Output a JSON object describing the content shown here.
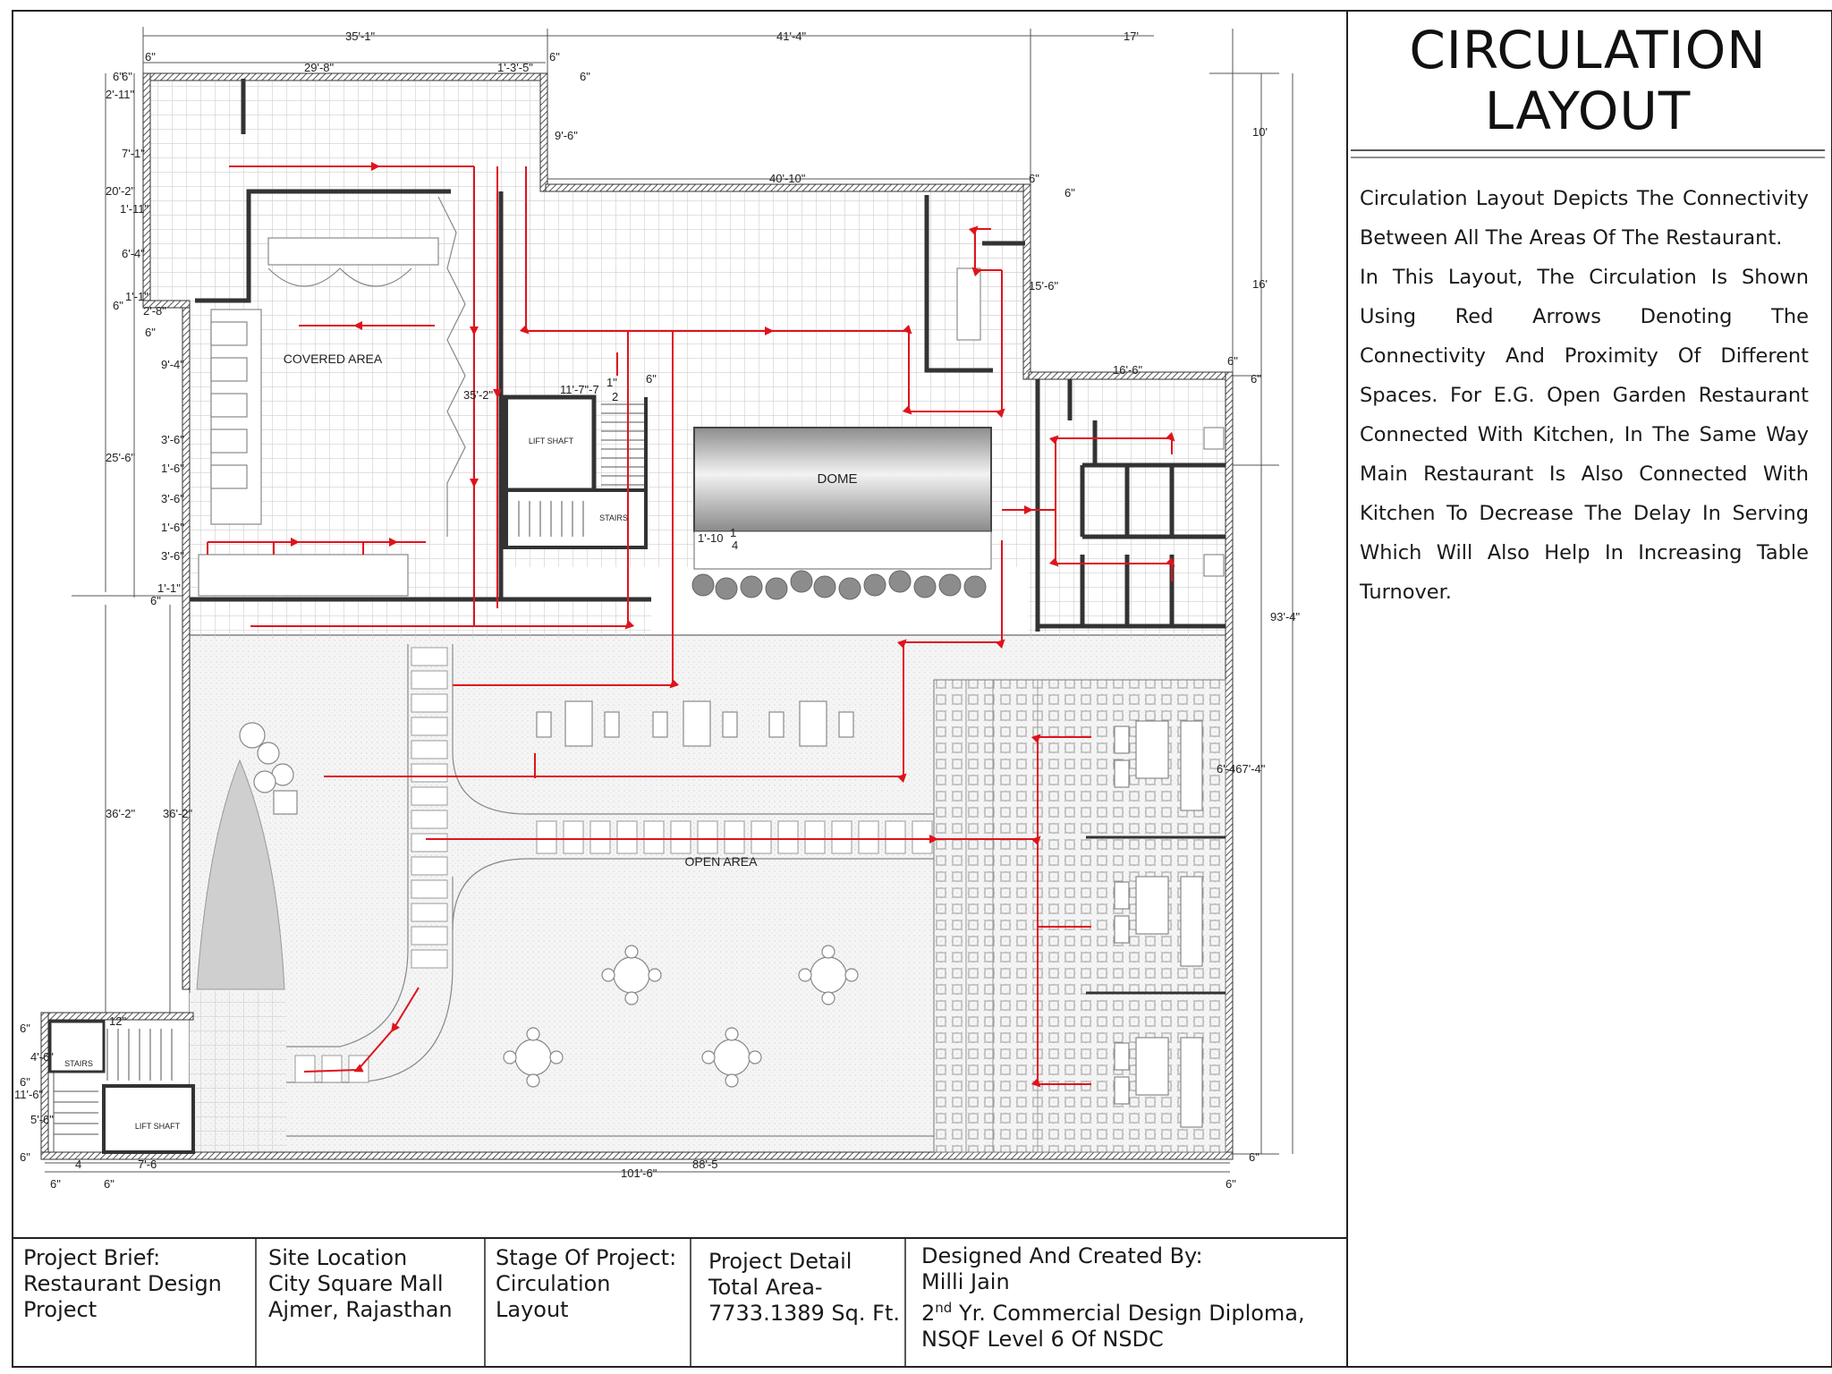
{
  "title": {
    "line1": "CIRCULATION",
    "line2": "LAYOUT"
  },
  "description": {
    "p1": "Circulation Layout Depicts The Connectivity Between All The Areas Of The Restaurant.",
    "p2": "In This Layout, The Circulation Is Shown Using Red Arrows Denoting The Connectivity And Proximity Of Different Spaces. For E.G. Open Garden Restaurant Connected With Kitchen, In The Same Way Main Restaurant Is Also Connected With Kitchen To Decrease The Delay In Serving Which Will Also Help In Increasing Table Turnover."
  },
  "plan": {
    "labels": {
      "covered_area": "COVERED AREA",
      "lift_shaft": "LIFT SHAFT",
      "stairs": "STAIRS",
      "dome": "DOME",
      "open_area": "OPEN AREA",
      "lift_shaft_2": "LIFT SHAFT",
      "stairs_2": "STAIRS"
    },
    "dimensions": {
      "top_1": "35'-1\"",
      "top_2": "41'-4\"",
      "top_3": "17'",
      "d_29_8": "29'-8\"",
      "d_6a": "6\"",
      "d_6b": "6\"",
      "d_1_3_5": "1'-3'-5\"",
      "d_6c": "6\"",
      "d_6d": "6\"",
      "d_9_6": "9'-6\"",
      "d_40_10": "40'-10\"",
      "d_6e": "6\"",
      "d_6f": "6\"",
      "d_10": "10'",
      "d_16": "16'",
      "d_15_6": "15'-6\"",
      "d_16_6": "16'-6\"",
      "d_6g": "6\"",
      "d_6h": "6\"",
      "d_35_2": "35'-2\"",
      "d_11_7": "11'-7\"-7",
      "d_1a": "1\"",
      "d_2": "2",
      "d_6i": "6\"",
      "d_1_10": "1'-10",
      "d_1_4": "1",
      "d_4": "4",
      "d_93_4": "93'-4\"",
      "d_67_4": "6'-467'-4\"",
      "left_6": "6\"",
      "left_2_11": "2'-11\"",
      "left_7_1": "7'-1\"",
      "left_20_2": "20'-2\"",
      "left_1_11": "1'-11\"",
      "left_6_4": "6'-4\"",
      "left_1_1": "1'-1\"",
      "left_6b": "6\"",
      "left_2_8": "2'-8\"",
      "left_6c": "6\"",
      "left_9_4": "9'-4\"",
      "left_25_6": "25'-6\"",
      "left_3_6a": "3'-6\"",
      "left_1_6a": "1'-6\"",
      "left_3_6b": "3'-6\"",
      "left_1_6b": "1'-6\"",
      "left_3_6c": "3'-6\"",
      "left_1_1b": "1'-1\"",
      "left_6d": "6\"",
      "left_36_2a": "36'-2\"",
      "left_36_2b": "36'-2\"",
      "bl_12": "12\"",
      "bl_6a": "6\"",
      "bl_4_6": "4'-6\"",
      "bl_6b": "6\"",
      "bl_11_6": "11'-6\"",
      "bl_5_6": "5'-6\"",
      "bl_6c": "6\"",
      "bl_4": "4",
      "bl_7_6": "7'-6",
      "bot_101_6": "101'-6\"",
      "bot_88_5": "88'-5",
      "bot_6a": "6\"",
      "bot_6b": "6\"",
      "bot_6c": "6\"",
      "bot_6d": "6\""
    }
  },
  "footer": {
    "brief": {
      "line1": "Project Brief:",
      "line2": "Restaurant Design",
      "line3": "Project"
    },
    "site": {
      "line1": "Site Location",
      "line2": "City Square Mall",
      "line3": "Ajmer, Rajasthan"
    },
    "stage": {
      "line1": "Stage Of Project:",
      "line2": "Circulation",
      "line3": "Layout"
    },
    "detail": {
      "line1": "Project Detail",
      "line2": "Total Area-",
      "line3": "7733.1389 Sq. Ft."
    },
    "designer": {
      "line1": "Designed And Created By:",
      "line2": "Milli Jain",
      "line3_num": "2",
      "line3_sup": "nd",
      "line3_rest": " Yr. Commercial Design Diploma,",
      "line4": "NSQF Level 6 Of NSDC"
    }
  },
  "colors": {
    "circulation": "#e0131c",
    "wall": "#333333",
    "grid": "#cfcfcf",
    "border": "#222222"
  }
}
